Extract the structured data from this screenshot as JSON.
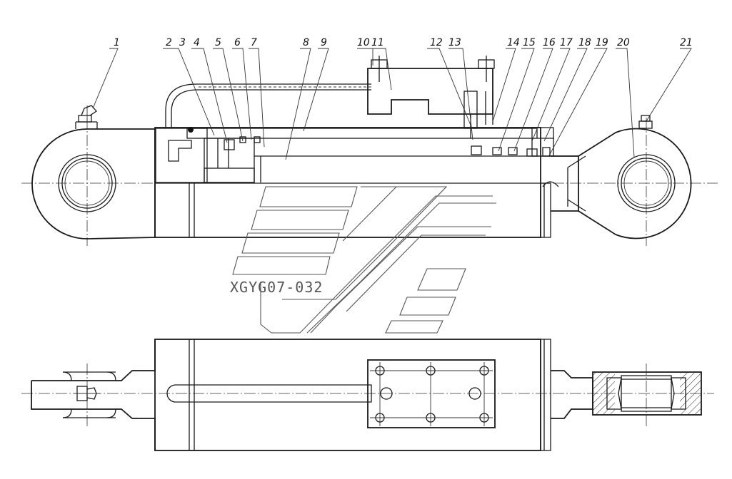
{
  "drawing": {
    "code": "XGYG07-032",
    "part_numbers": [
      "1",
      "2",
      "3",
      "4",
      "5",
      "6",
      "7",
      "8",
      "9",
      "10",
      "11",
      "12",
      "13",
      "14",
      "15",
      "16",
      "17",
      "18",
      "19",
      "20",
      "21"
    ]
  }
}
